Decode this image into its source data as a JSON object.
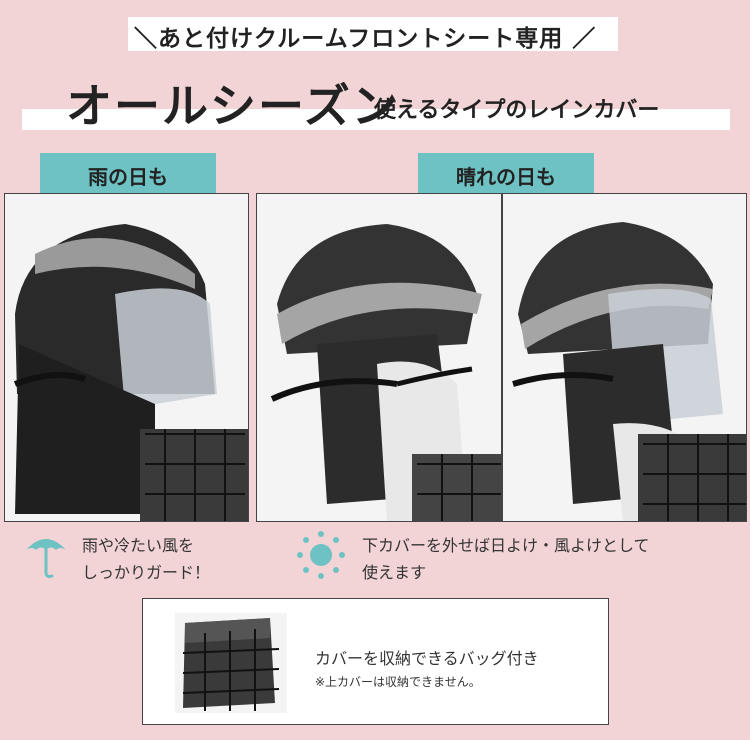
{
  "header": {
    "subtitle": "＼あと付けクルームフロントシート専用 ／",
    "title_big": "オールシーズン",
    "title_small": "使えるタイプのレインカバー"
  },
  "tags": {
    "rain": "雨の日も",
    "sunny": "晴れの日も"
  },
  "captions": {
    "rain_line1": "雨や冷たい風を",
    "rain_line2": "しっかりガード！",
    "sun_line1": "下カバーを外せば日よけ・風よけとして",
    "sun_line2": "使えます",
    "rain_icon": "umbrella-icon",
    "sun_icon": "sun-icon"
  },
  "bag": {
    "text": "カバーを収納できるバッグ付き",
    "note": "※上カバーは収納できません。"
  },
  "colors": {
    "background": "#f3d4d6",
    "accent": "#6fc2c4"
  }
}
